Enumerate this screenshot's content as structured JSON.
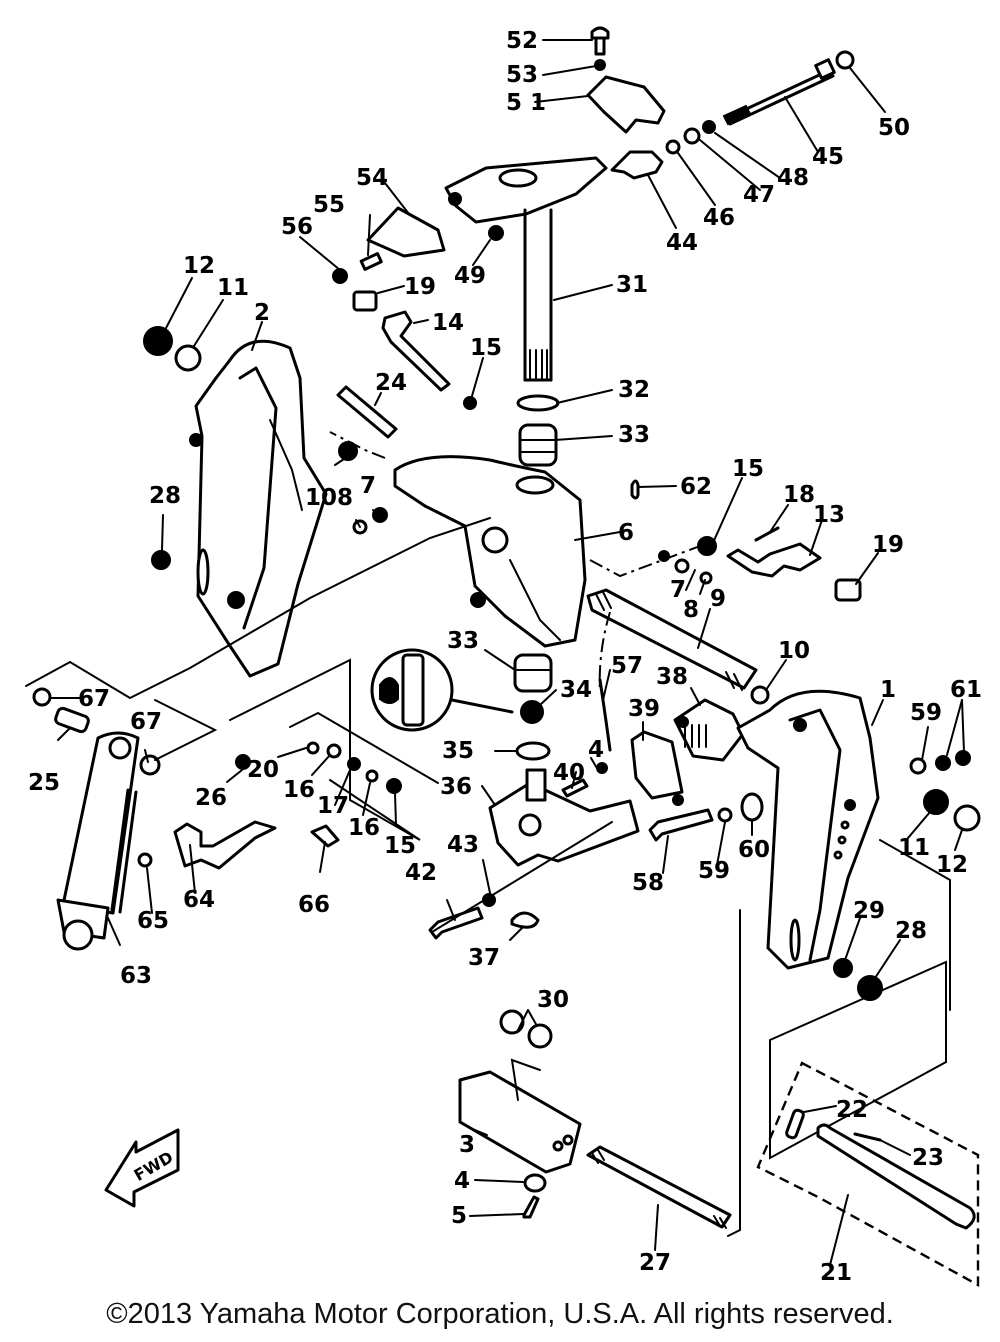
{
  "diagram": {
    "title": "Yamaha outboard bracket / swivel assembly exploded parts diagram",
    "forward_marker": "FWD",
    "callouts": [
      {
        "id": "c52",
        "label": "52"
      },
      {
        "id": "c53",
        "label": "53"
      },
      {
        "id": "c51",
        "label": "5 1"
      },
      {
        "id": "c50",
        "label": "50"
      },
      {
        "id": "c45",
        "label": "45"
      },
      {
        "id": "c48",
        "label": "48"
      },
      {
        "id": "c47",
        "label": "47"
      },
      {
        "id": "c46",
        "label": "46"
      },
      {
        "id": "c44",
        "label": "44"
      },
      {
        "id": "c54",
        "label": "54"
      },
      {
        "id": "c55",
        "label": "55"
      },
      {
        "id": "c56",
        "label": "56"
      },
      {
        "id": "c49",
        "label": "49"
      },
      {
        "id": "c31",
        "label": "31"
      },
      {
        "id": "c12a",
        "label": "12"
      },
      {
        "id": "c11a",
        "label": "11"
      },
      {
        "id": "c2",
        "label": "2"
      },
      {
        "id": "c19a",
        "label": "19"
      },
      {
        "id": "c14",
        "label": "14"
      },
      {
        "id": "c15a",
        "label": "15"
      },
      {
        "id": "c24",
        "label": "24"
      },
      {
        "id": "c32",
        "label": "32"
      },
      {
        "id": "c33a",
        "label": "33"
      },
      {
        "id": "c62",
        "label": "62"
      },
      {
        "id": "c15b",
        "label": "15"
      },
      {
        "id": "c18",
        "label": "18"
      },
      {
        "id": "c13",
        "label": "13"
      },
      {
        "id": "c19b",
        "label": "19"
      },
      {
        "id": "c6",
        "label": "6"
      },
      {
        "id": "c7a",
        "label": "7"
      },
      {
        "id": "c10a",
        "label": "10"
      },
      {
        "id": "c8a",
        "label": "8"
      },
      {
        "id": "c28a",
        "label": "28"
      },
      {
        "id": "c7b",
        "label": "7"
      },
      {
        "id": "c8b",
        "label": "8"
      },
      {
        "id": "c9",
        "label": "9"
      },
      {
        "id": "c10b",
        "label": "10"
      },
      {
        "id": "c33b",
        "label": "33"
      },
      {
        "id": "c34",
        "label": "34"
      },
      {
        "id": "c57",
        "label": "57"
      },
      {
        "id": "c38",
        "label": "38"
      },
      {
        "id": "c39",
        "label": "39"
      },
      {
        "id": "c1",
        "label": "1"
      },
      {
        "id": "c59a",
        "label": "59"
      },
      {
        "id": "c61",
        "label": "61"
      },
      {
        "id": "c67a",
        "label": "67"
      },
      {
        "id": "c67b",
        "label": "67"
      },
      {
        "id": "c25",
        "label": "25"
      },
      {
        "id": "c26",
        "label": "26"
      },
      {
        "id": "c20",
        "label": "20"
      },
      {
        "id": "c16a",
        "label": "16"
      },
      {
        "id": "c17",
        "label": "17"
      },
      {
        "id": "c16b",
        "label": "16"
      },
      {
        "id": "c15c",
        "label": "15"
      },
      {
        "id": "c35",
        "label": "35"
      },
      {
        "id": "c4a",
        "label": "4"
      },
      {
        "id": "c40",
        "label": "40"
      },
      {
        "id": "c36",
        "label": "36"
      },
      {
        "id": "c58",
        "label": "58"
      },
      {
        "id": "c59b",
        "label": "59"
      },
      {
        "id": "c60",
        "label": "60"
      },
      {
        "id": "c11b",
        "label": "11"
      },
      {
        "id": "c12b",
        "label": "12"
      },
      {
        "id": "c64",
        "label": "64"
      },
      {
        "id": "c65",
        "label": "65"
      },
      {
        "id": "c66",
        "label": "66"
      },
      {
        "id": "c42",
        "label": "42"
      },
      {
        "id": "c43",
        "label": "43"
      },
      {
        "id": "c63",
        "label": "63"
      },
      {
        "id": "c37",
        "label": "37"
      },
      {
        "id": "c29",
        "label": "29"
      },
      {
        "id": "c28b",
        "label": "28"
      },
      {
        "id": "c30",
        "label": "30"
      },
      {
        "id": "c3",
        "label": "3"
      },
      {
        "id": "c4b",
        "label": "4"
      },
      {
        "id": "c5",
        "label": "5"
      },
      {
        "id": "c22",
        "label": "22"
      },
      {
        "id": "c23",
        "label": "23"
      },
      {
        "id": "c27",
        "label": "27"
      },
      {
        "id": "c21",
        "label": "21"
      }
    ]
  },
  "footer": {
    "copyright": "©2013 Yamaha Motor Corporation, U.S.A. All rights reserved."
  }
}
